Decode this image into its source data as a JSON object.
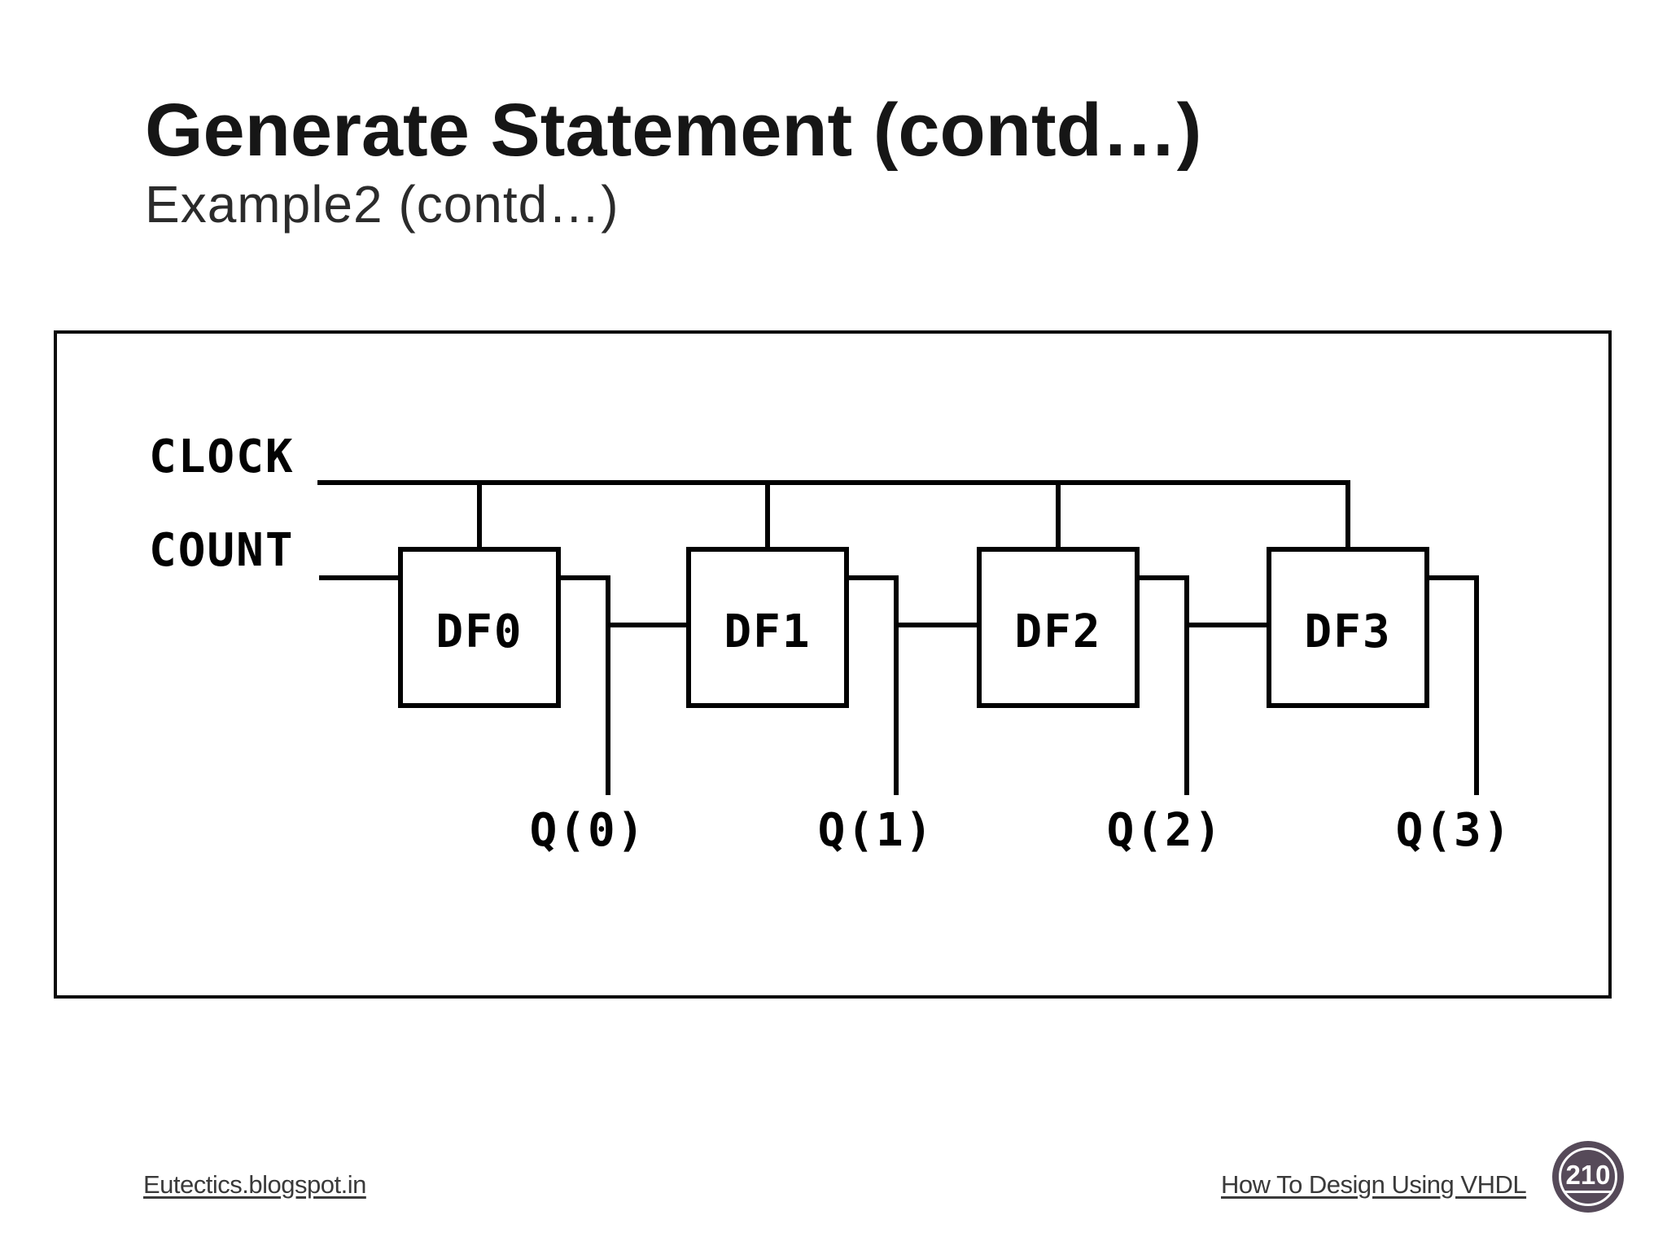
{
  "slide": {
    "title": "Generate Statement (contd…)",
    "subtitle": "Example2 (contd…)"
  },
  "diagram": {
    "clock_label": "CLOCK",
    "count_label": "COUNT",
    "flipflops": [
      {
        "label": "DF0",
        "output_label": "Q(0)"
      },
      {
        "label": "DF1",
        "output_label": "Q(1)"
      },
      {
        "label": "DF2",
        "output_label": "Q(2)"
      },
      {
        "label": "DF3",
        "output_label": "Q(3)"
      }
    ],
    "ink_color": "#020202",
    "glyph_highlight_color": "#b4b4b4"
  },
  "footer": {
    "left_link": "Eutectics.blogspot.in",
    "right_link": "How To Design Using VHDL",
    "page_badge": {
      "number": "210",
      "background_color": "#564a59",
      "text_color": "#ffffff"
    }
  }
}
